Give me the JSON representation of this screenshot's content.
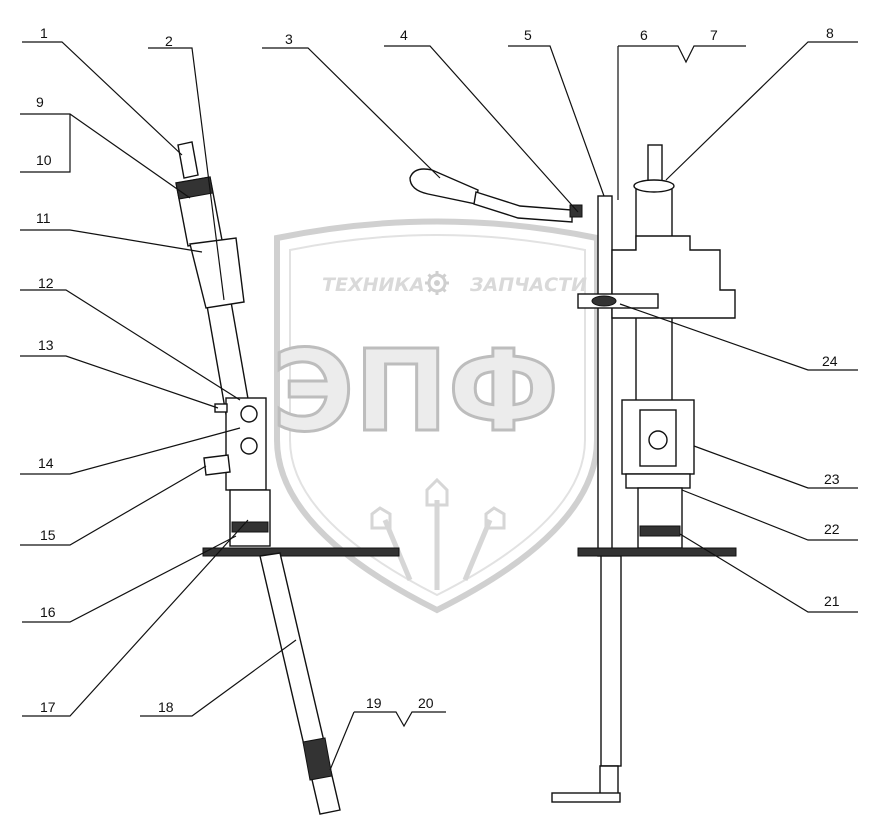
{
  "watermark": {
    "brand_left": "ТЕХНИКА",
    "brand_right": "ЗАПЧАСТИ",
    "logo_letters": "ЭПФ",
    "icon": "gear-icon"
  },
  "callouts": [
    {
      "id": "c1",
      "label": "1"
    },
    {
      "id": "c2",
      "label": "2"
    },
    {
      "id": "c3",
      "label": "3"
    },
    {
      "id": "c4",
      "label": "4"
    },
    {
      "id": "c5",
      "label": "5"
    },
    {
      "id": "c6",
      "label": "6"
    },
    {
      "id": "c7",
      "label": "7"
    },
    {
      "id": "c8",
      "label": "8"
    },
    {
      "id": "c9",
      "label": "9"
    },
    {
      "id": "c10",
      "label": "10"
    },
    {
      "id": "c11",
      "label": "11"
    },
    {
      "id": "c12",
      "label": "12"
    },
    {
      "id": "c13",
      "label": "13"
    },
    {
      "id": "c14",
      "label": "14"
    },
    {
      "id": "c15",
      "label": "15"
    },
    {
      "id": "c16",
      "label": "16"
    },
    {
      "id": "c17",
      "label": "17"
    },
    {
      "id": "c18",
      "label": "18"
    },
    {
      "id": "c19",
      "label": "19"
    },
    {
      "id": "c20",
      "label": "20"
    },
    {
      "id": "c21",
      "label": "21"
    },
    {
      "id": "c22",
      "label": "22"
    },
    {
      "id": "c23",
      "label": "23"
    },
    {
      "id": "c24",
      "label": "24"
    }
  ]
}
